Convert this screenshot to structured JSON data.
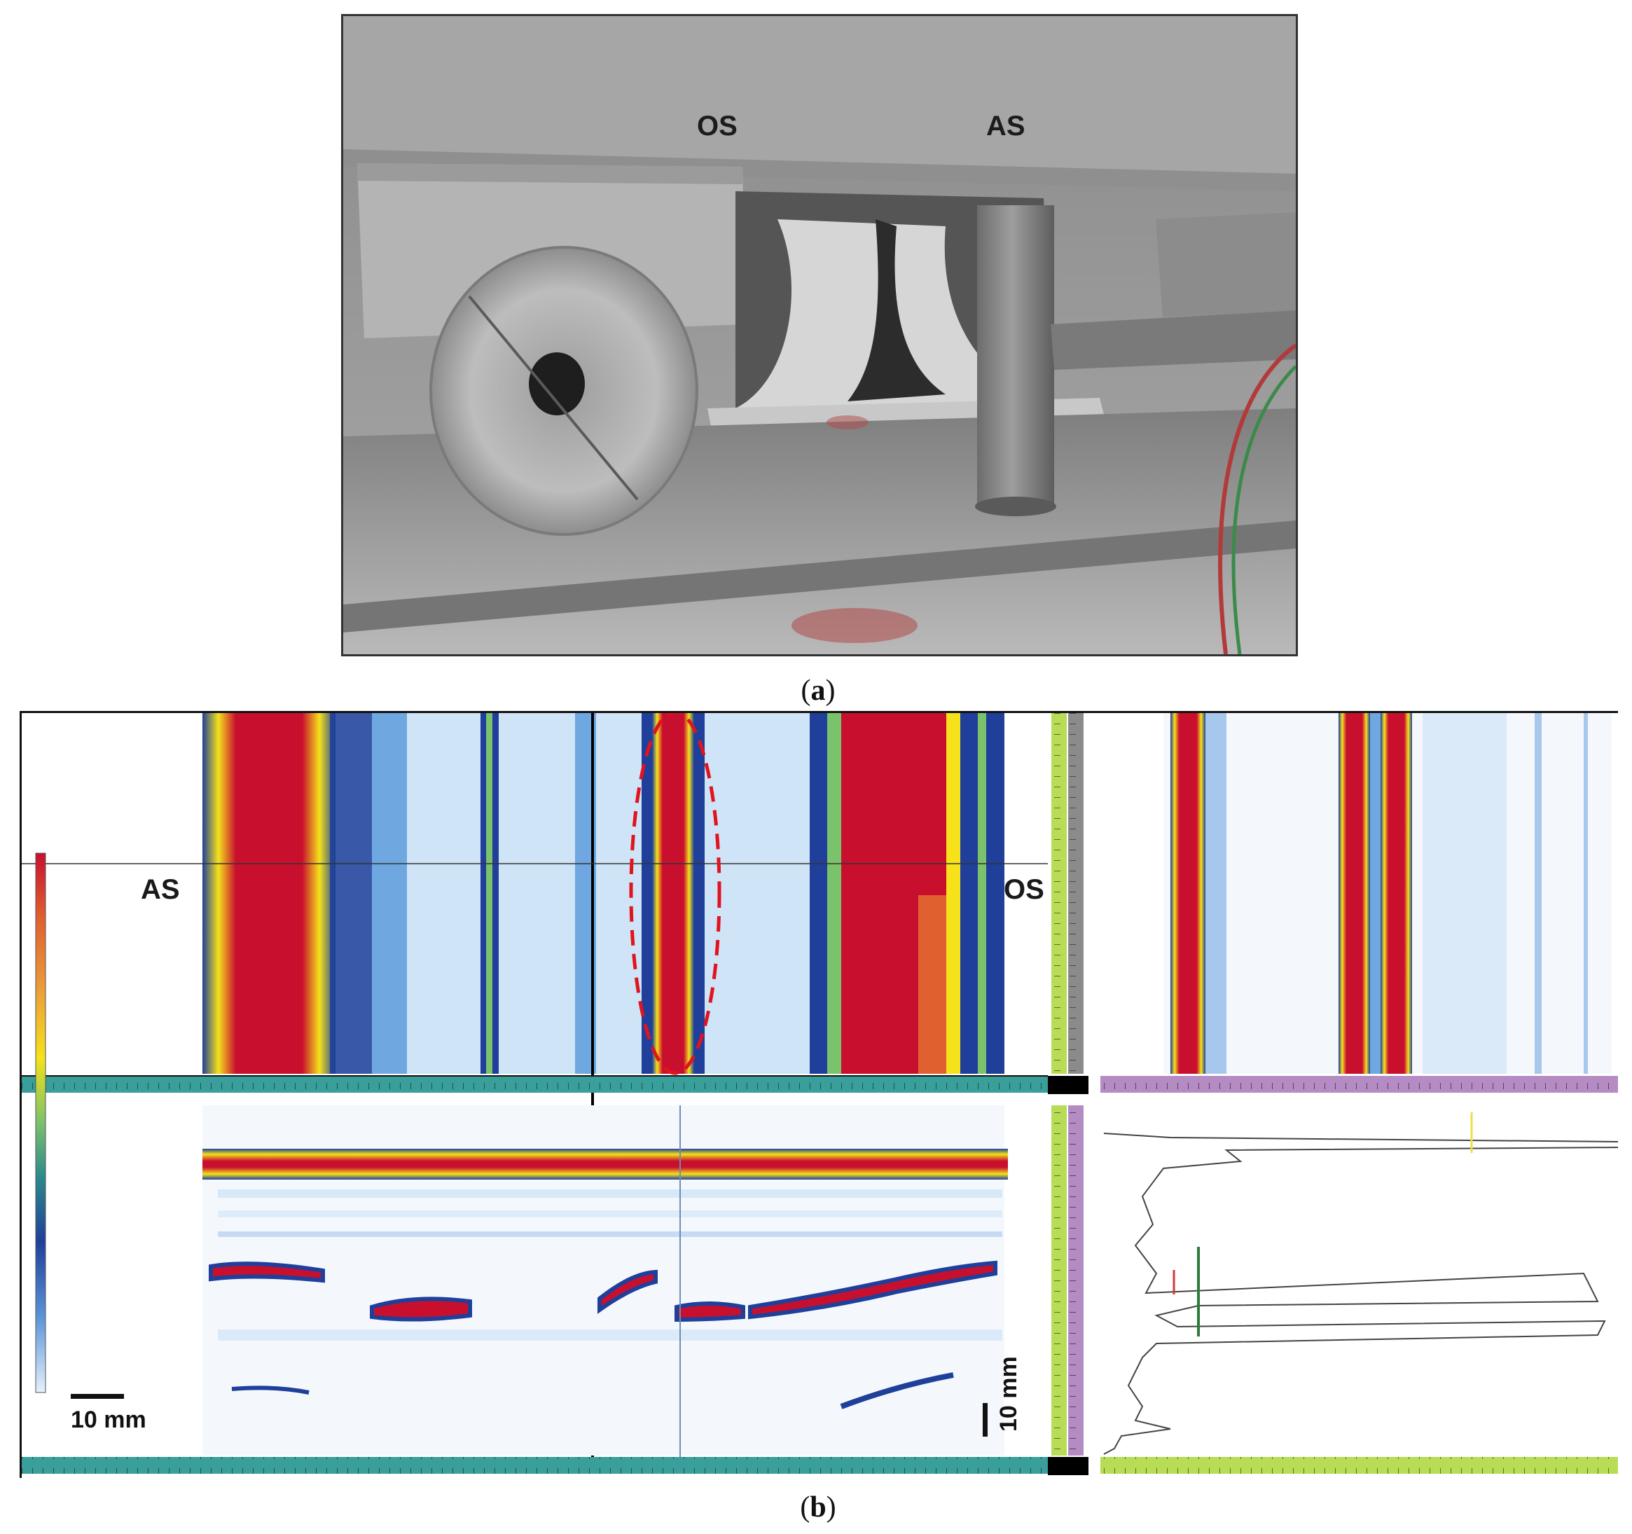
{
  "panel_a": {
    "caption_open": "(",
    "caption_letter": "a",
    "caption_close": ")",
    "labels": {
      "os": "OS",
      "as": "AS"
    }
  },
  "panel_b": {
    "caption_open": "(",
    "caption_letter": "b",
    "caption_close": ")",
    "labels": {
      "as": "AS",
      "os": "OS"
    },
    "scale_horizontal": "10 mm",
    "scale_vertical": "10 mm"
  },
  "colors": {
    "high": "#c8102e",
    "mid": "#f5e21a",
    "low": "#1f3f9a",
    "background_scan": "#cfe4f7",
    "ruler_teal": "#3a9e9a",
    "ruler_purple": "#b58bc4",
    "ruler_green": "#b9dc57",
    "annotation": "#e0141e"
  }
}
